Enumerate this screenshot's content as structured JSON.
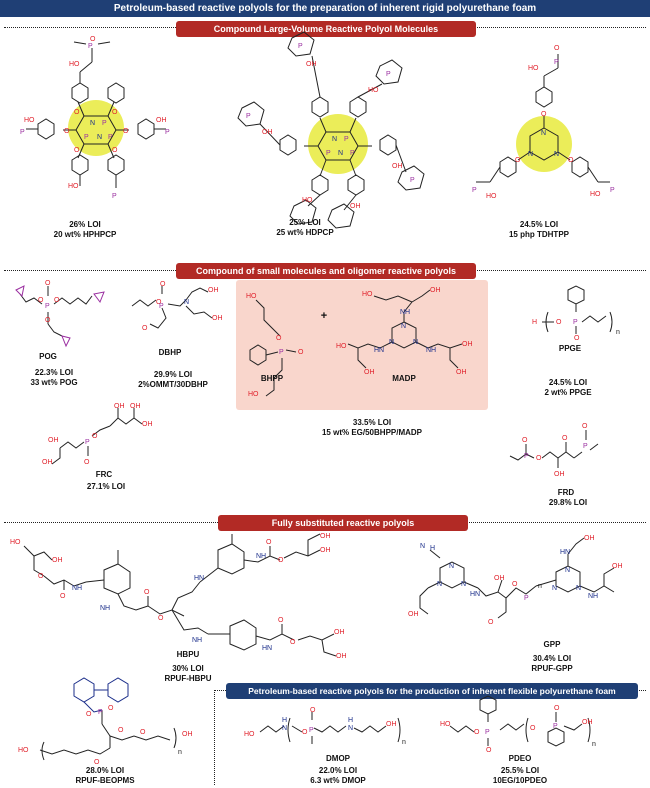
{
  "header": {
    "title": "Petroleum-based reactive polyols for the preparation of inherent rigid polyurethane foam"
  },
  "sections": {
    "large": "Compound Large-Volume Reactive Polyol Molecules",
    "small": "Compound of small molecules and oligomer reactive polyols",
    "full": "Fully substituted reactive polyols",
    "flex": "Petroleum-based reactive polyols for the production of inherent flexible polyurethane foam"
  },
  "compounds": {
    "hphpcp": {
      "loi": "26% LOI",
      "load": "20 wt% HPHPCP"
    },
    "hdpcp": {
      "loi": "25% LOI",
      "load": "25 wt% HDPCP"
    },
    "tdhtpp": {
      "loi": "24.5% LOI",
      "load": "15 php TDHTPP"
    },
    "pog": {
      "name": "POG",
      "loi": "22.3% LOI",
      "load": "33 wt% POG"
    },
    "dbhp": {
      "name": "DBHP",
      "loi": "29.9% LOI",
      "load": "2%OMMT/30DBHP"
    },
    "bhpp": {
      "name": "BHPP"
    },
    "madp": {
      "name": "MADP"
    },
    "plus": "+",
    "mix": {
      "loi": "33.5% LOI",
      "load": "15 wt% EG/50BHPP/MADP"
    },
    "ppge": {
      "name": "PPGE",
      "loi": "24.5% LOI",
      "load": "2 wt% PPGE"
    },
    "frc": {
      "name": "FRC",
      "loi": "27.1% LOI"
    },
    "frd": {
      "name": "FRD",
      "loi": "29.8% LOI"
    },
    "hbpu": {
      "name": "HBPU",
      "loi": "30% LOI",
      "load": "RPUF-HBPU"
    },
    "gpp": {
      "name": "GPP",
      "loi": "30.4% LOI",
      "load": "RPUF-GPP"
    },
    "beopms": {
      "loi": "28.0% LOI",
      "load": "RPUF-BEOPMS"
    },
    "dmop": {
      "name": "DMOP",
      "loi": "22.0% LOI",
      "load": "6.3 wt% DMOP"
    },
    "pdeo": {
      "name": "PDEO",
      "loi": "25.5% LOI",
      "load": "10EG/10PDEO"
    }
  },
  "atoms": {
    "O": "O",
    "P": "P",
    "N": "N",
    "OH": "OH",
    "HO": "HO",
    "H": "H",
    "NH": "NH",
    "HN": "HN",
    "n": "n"
  },
  "colors": {
    "banner_blue": "#1f3f75",
    "section_red": "#b22a25",
    "oxygen_red": "#e0202a",
    "phosphorus_purple": "#9a2ea0",
    "nitrogen_blue": "#1b2e8a",
    "core_yellow": "#e8ea3c",
    "box_pink": "#f9d6cc"
  }
}
